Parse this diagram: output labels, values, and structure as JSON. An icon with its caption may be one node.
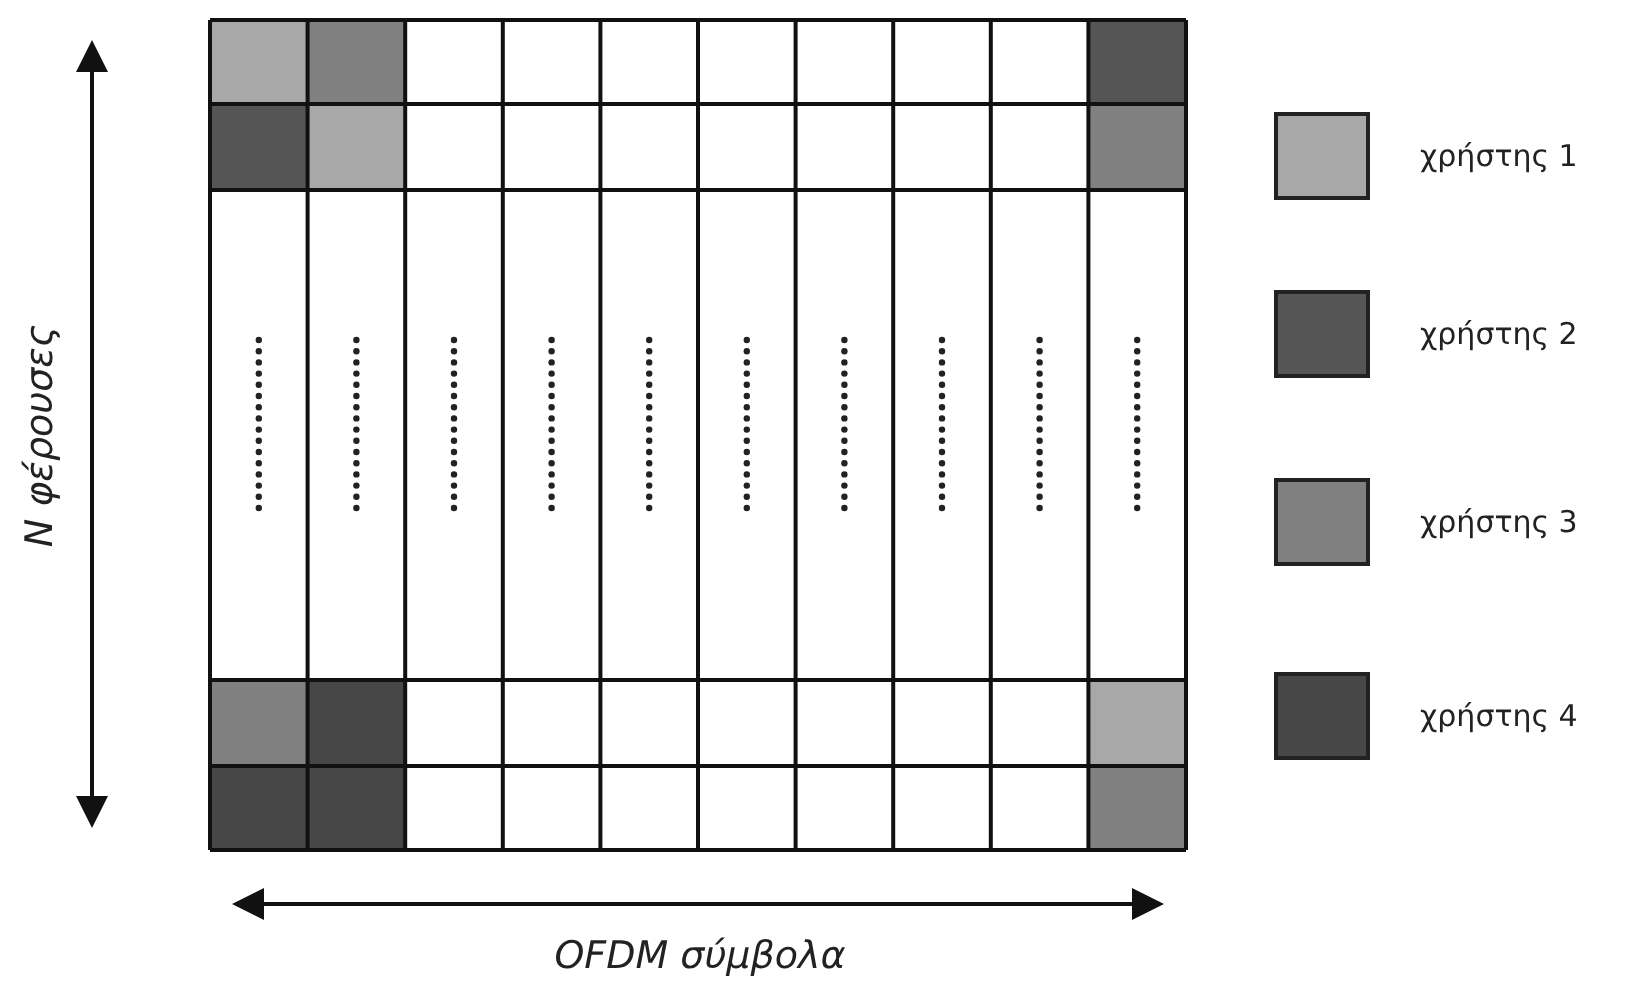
{
  "diagram": {
    "labels": [
      "N φέρουσες",
      "OFDM σύμβολα"
    ],
    "legend": [
      {
        "text": "χρήστης 1",
        "color": "#a8a8a8"
      },
      {
        "text": "χρήστης 2",
        "color": "#555555"
      },
      {
        "text": "χρήστης 3",
        "color": "#808080"
      },
      {
        "text": "χρήστης 4",
        "color": "#474747"
      }
    ]
  }
}
